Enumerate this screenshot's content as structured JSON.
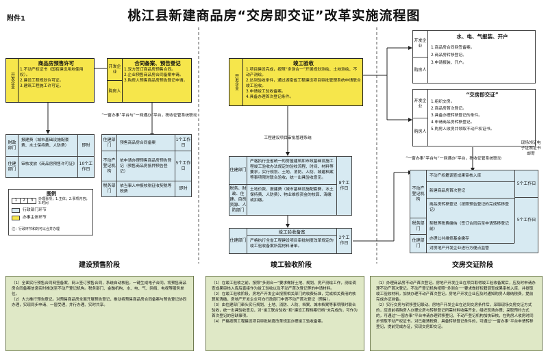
{
  "header": {
    "attachment": "附件1",
    "title": "桃江县新建商品房“交房即交证”改革实施流程图"
  },
  "stage1": {
    "main": {
      "side": "开发企业",
      "title": "商品房预售许可",
      "items": [
        "1.不动产权证书（国有建设用地使用权）。",
        "2.建设工程规划许可证。",
        "3.建筑工程施工许可证。"
      ]
    },
    "second": {
      "side_a": "开发企业",
      "side_b": "购房人",
      "title": "合同备案、预告登记",
      "items": [
        "1.双方签订商品房预售合同。",
        "2.企业预售商品房合同备案申请。",
        "3.购房人预售商品房预告登记申请。"
      ]
    },
    "platform": "“一窗办事”平台与“一网通办”平台，税收征管系统联动",
    "left_rows": [
      {
        "dept": "财政部门",
        "text": "报建费（城市基础设施配套费、水土保持费、人防费）",
        "time": "即时"
      },
      {
        "dept": "住建部门",
        "text": "审核发放《商品房预售许可证》",
        "time": "10个工作日"
      }
    ],
    "right_rows": [
      {
        "dept": "住建部门",
        "text": "预售商品房合同备案",
        "time": "1个工作日"
      },
      {
        "dept": "不动产登记机构",
        "text": "依申请办理预售商品房预告登记（预售商品房抵押预告登记）",
        "time": "5个工作日"
      },
      {
        "dept": "税务部门",
        "text": "依当事人申报核税征收契税等税费",
        "time": "即时"
      }
    ],
    "legend": {
      "title": "图例",
      "cells": [
        "1",
        "2",
        "3"
      ],
      "desc": "办理事项；1.主体；2.事项内容；3.时间",
      "items": [
        {
          "label": "行政部门环节",
          "color": "#d7eaf2"
        },
        {
          "label": "办事主体环节",
          "color": "#f6e64b"
        }
      ],
      "note": "注：行政环节和的可以合并办理"
    },
    "name": "建设预售阶段",
    "notes": [
      "（1）全面实行预售合同网签备案、网上签订预售合同，系统自动核验，一键生成电子合同，将预售商品房合同备案信息实时推送至不动产登记机构。税务部门、金融机构、水、电、气、网络、电视等服务单位。",
      "（2）大力推行预告登记。对预售商品房全面开展预告登记，推动将预售商品房合同备案与预告登记协同办理，实现同步申请、一窗受理、并行办理、实时共享。"
    ]
  },
  "stage2": {
    "main": {
      "side": "开发企业",
      "title": "竣工验收",
      "items": [
        "1.项目建设完成，按照“多测合一”开展规划测绘、土地测绘、不动产测绘。",
        "2.达到验收条件，通过湖南省工程建设项目审批管理系统申请联合竣工验收。",
        "3.申请竣工验收备案。",
        "4.具备办理首次登记条件。"
      ]
    },
    "system_label": "工程建设项目审批管理系统",
    "review": {
      "text1": "严格执行全省统一的房屋建筑和市政基础设施工程竣工验收办法规定的验收流程、时间、材料等要求，实行规划、土地、消防、人防、城建档案等事项限时联合验收，统一出具验收意见。",
      "text2": "土地价款、报建费（城市基础设施配套费、水土保持费、人防费）、物业维修资金的核算、清缴或扣缴。",
      "time": "8个工作日",
      "depts": [
        "住建部门",
        "税务、财政、住建、自然资源、人防部门"
      ]
    },
    "filing": {
      "title": "竣工验收备案",
      "dept": "住建部门",
      "text": "严格执行全省工程建设项目审批制度改革规定的竣工验收备案所需材料清单。",
      "time": "2个工作日"
    },
    "name": "竣工验收阶段",
    "notes": [
      "（1）在竣工验收之前，按照“多测合一”要求做好土地、规划、房产测绘工作，测绘调查成果审核入库后直接作为竣工验收以及不动产首次登记等的申请材料。",
      "（2）在竣工验收阶段，房地产开发企业按照相关部门的收费标准，完成相关费用的核算和清缴，房地产开发企业可向行政部门申请不动产首次登记（预售）。",
      "（3）由住建部门牵头实行规划、土地、消防、人防、档案、城市档案等事项限时联合验收，统一出具验收意见，对“竣工联合验收”和“建设工程档案归档”未完成的，可作为首次登记的容缺事项。",
      "（4）严格按照工程建设项目审批制度改革规定办理竣工验收备案。"
    ]
  },
  "stage3": {
    "water": {
      "side_a": "开发企业",
      "side_b": "购房人",
      "title": "水、电、气报装、开户",
      "items": [
        "1.商品房合同网签备案。",
        "2.商品房转移登记。",
        "3.申请报装、开户。"
      ]
    },
    "jiaofang": {
      "side_a": "开发企业",
      "side_b": "购房人",
      "title": "“交房即交证”",
      "items": [
        "1.组织交房。",
        "2.商品房首次登记。",
        "3.具备办理转移登记的条件。",
        "4.申请商品房转移登记。",
        "5.购房人收房并领取不动产权证书。"
      ]
    },
    "platform": "“一窗办事”平台与“一网通办”平台，税收征管系统联动",
    "side_note": "现场领证电子证照证书邮寄",
    "rows": [
      {
        "text": "不动产权籍调查成果审核入库",
        "dept": "不动产登记机构"
      },
      {
        "text": "新建商品房首次登记",
        "dept": ""
      },
      {
        "text": "商品房转移登记（按照预告登记的完成转移登记）",
        "dept": ""
      },
      {
        "text": "契税等税费缴纳（签订合同后至申请转移登记前）",
        "dept": "税务部门"
      },
      {
        "text": "办理公共维修基金缴存",
        "dept": "住建部门"
      },
      {
        "text": "对房地产开发企业进行方便点监管",
        "dept": ""
      }
    ],
    "time_a": "5个工作日",
    "time_b": "5个工作日",
    "name": "交房交证阶段",
    "notes": [
      "（1）办理商品房不动产首次登记。房地产开发企业在项目取得竣工验收备案后，应及时申请办理不动产首次登记。不动产登记机构按照“多测合一”要求做好权籍调查成果审核入库，并提取竣工验收材料，加快办理不动产首次登记。房地产开发企业应及时通知购房人缴纳税费，提前完成办证准备。",
      "（2）实行交房与转移登记联动。房地产开发企业在达到交房条件后，采取现场交房交证方式的，应提前将购房人办理交房与转移登记所需材料收集齐全，组织现场办理；采取预约方式的，可通过“一窗办事”平台申请办理转移登记，不动产登记机构加快审核，在购房人收房时同步领取不动产权证书。对已缴清税费、具备转移登记条件的，可通过“一窗办事”平台申请转移登记，提前完成办证，实现交房即交证。"
    ]
  }
}
